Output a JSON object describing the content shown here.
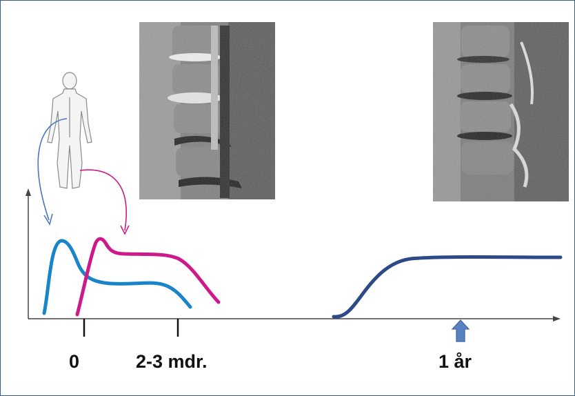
{
  "axis": {
    "ticks": [
      {
        "label": "0"
      },
      {
        "label": "2-3 mdr."
      },
      {
        "label": "1 år"
      }
    ]
  },
  "curves": {
    "blue": {
      "color": "#1a84c9"
    },
    "magenta": {
      "color": "#cc1a8a"
    },
    "navy": {
      "color": "#2e4a86"
    }
  },
  "arrows": {
    "left_arrow_color": "#4a74c4",
    "right_arrow_color": "#cc1a8a",
    "marker_color": "#5b82c0"
  },
  "images": [
    {
      "icon": "mri-spine-scan-early"
    },
    {
      "icon": "mri-spine-scan-late"
    }
  ],
  "figure": {
    "icon": "human-figure-back-icon"
  }
}
